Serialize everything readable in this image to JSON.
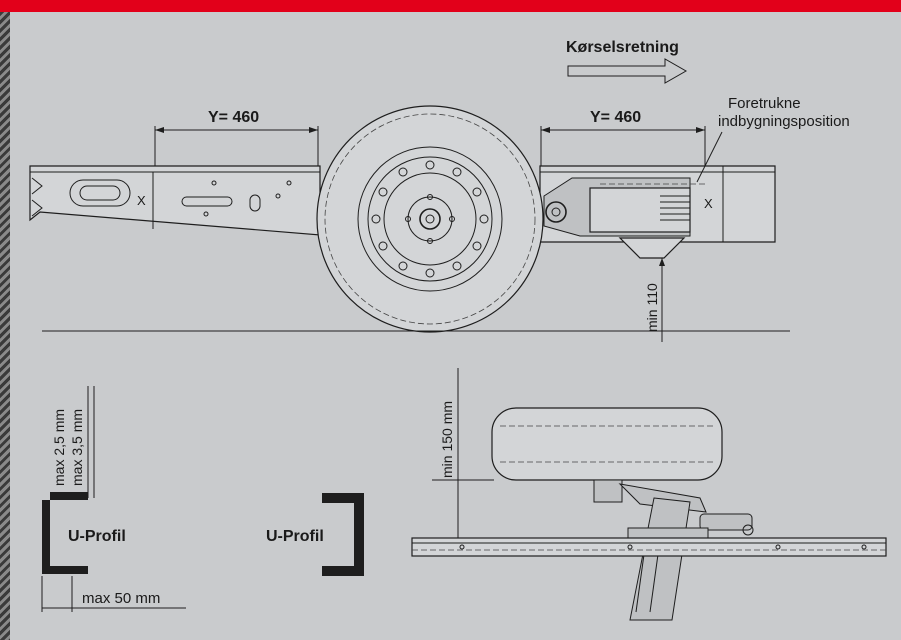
{
  "direction": {
    "label": "Kørselsretning"
  },
  "preferred_position": {
    "line1": "Foretrukne",
    "line2": "indbygningsposition"
  },
  "dimensions": {
    "y_left": "Y= 460",
    "y_right": "Y= 460",
    "x_mark": "X",
    "min_ground": "min 110",
    "max_25": "max 2,5 mm",
    "max_35": "max 3,5 mm",
    "max_50": "max 50 mm",
    "min_150": "min 150 mm"
  },
  "profiles": {
    "left": "U-Profil",
    "right": "U-Profil"
  },
  "colors": {
    "accent": "#e2001a",
    "background": "#c9cbcd",
    "line": "#1e1e1e"
  }
}
